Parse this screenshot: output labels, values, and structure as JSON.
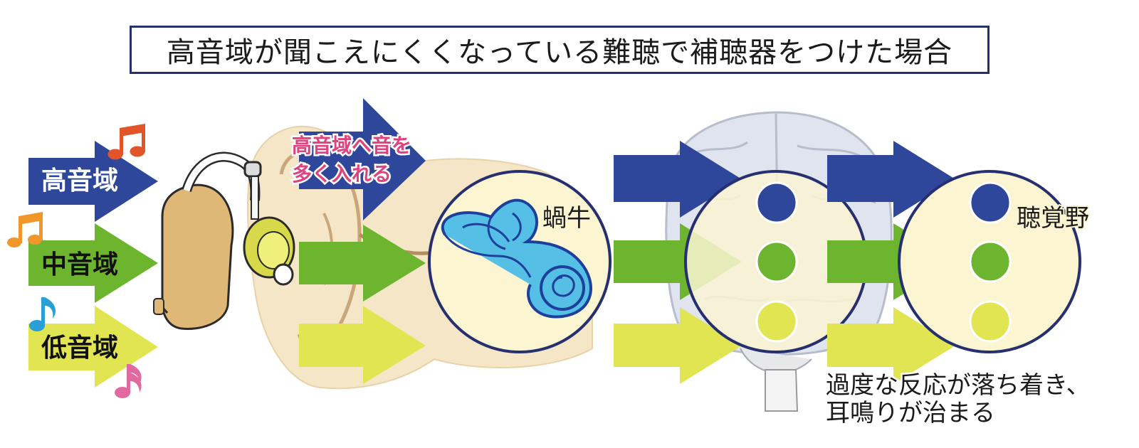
{
  "title": "高音域が聞こえにくくなっている難聴で補聴器をつけた場合",
  "bands": {
    "high": "高音域",
    "mid": "中音域",
    "low": "低音域"
  },
  "hearing_aid_note": {
    "line1": "高音域へ音を",
    "line2": "多く入れる"
  },
  "cochlea_label": "蝸牛",
  "auditory_cortex_label": "聴覚野",
  "result_note": {
    "line1": "過度な反応が落ち着き、",
    "line2": "耳鳴りが治まる"
  },
  "colors": {
    "high": "#2e479b",
    "mid": "#6db42f",
    "low": "#e2e552",
    "frame": "#27306e",
    "emphasis": "#e0427f",
    "cochlea": "#55bfe6"
  }
}
